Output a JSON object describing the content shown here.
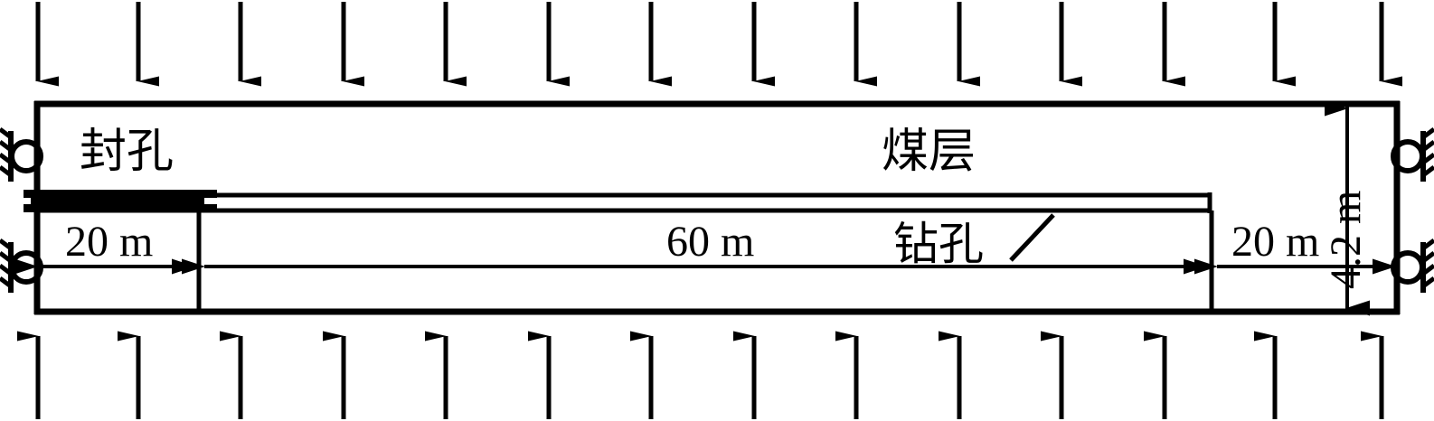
{
  "figure": {
    "type": "engineering-schematic",
    "description": "Coal seam numerical model cross-section with borehole, sealing section, uniform boundary loads and roller supports",
    "stroke_color": "#000000",
    "background_color": "#ffffff"
  },
  "labels": {
    "seal": "封孔",
    "coal_seam": "煤层",
    "borehole": "钻孔",
    "dim_left": "20 m",
    "dim_middle": "60 m",
    "dim_right": "20 m",
    "dim_height": "4.2 m"
  },
  "model_geometry": {
    "total_length_m": 100,
    "height_m": 4.2,
    "segments": [
      {
        "name": "封孔",
        "length_m": 20
      },
      {
        "name": "钻孔",
        "length_m": 60
      },
      {
        "name": "right-margin",
        "length_m": 20
      }
    ]
  },
  "loads": {
    "top_label": "uniform downward load",
    "top_arrow_count": 14,
    "bottom_label": "uniform upward load",
    "bottom_arrow_count": 14
  },
  "supports": {
    "left": [
      {
        "icon": "roller-support-icon",
        "side": "left",
        "position": "upper"
      },
      {
        "icon": "roller-support-icon",
        "side": "left",
        "position": "lower"
      }
    ],
    "right": [
      {
        "icon": "roller-support-icon",
        "side": "right",
        "position": "upper"
      },
      {
        "icon": "roller-support-icon",
        "side": "right",
        "position": "lower"
      }
    ]
  }
}
